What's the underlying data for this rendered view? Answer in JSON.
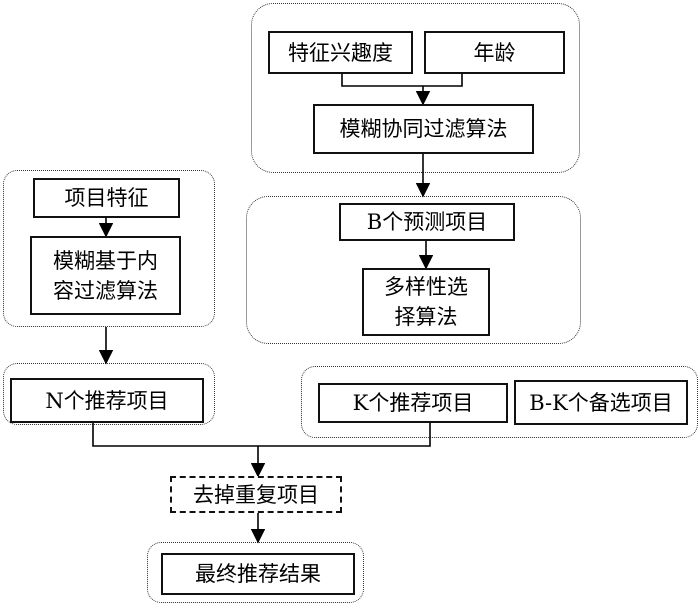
{
  "diagram": {
    "nodes": {
      "feature_interest": "特征兴趣度",
      "age": "年龄",
      "fuzzy_cf": "模糊协同过滤算法",
      "item_feature": "项目特征",
      "fuzzy_cb": "模糊基于内\n容过滤算法",
      "b_predicted": "B个预测项目",
      "diversity": "多样性选\n择算法",
      "n_recommend": "N个推荐项目",
      "k_recommend": "K个推荐项目",
      "bk_candidates": "B-K个备选项目",
      "dedup": "去掉重复项目",
      "final": "最终推荐结果"
    }
  }
}
